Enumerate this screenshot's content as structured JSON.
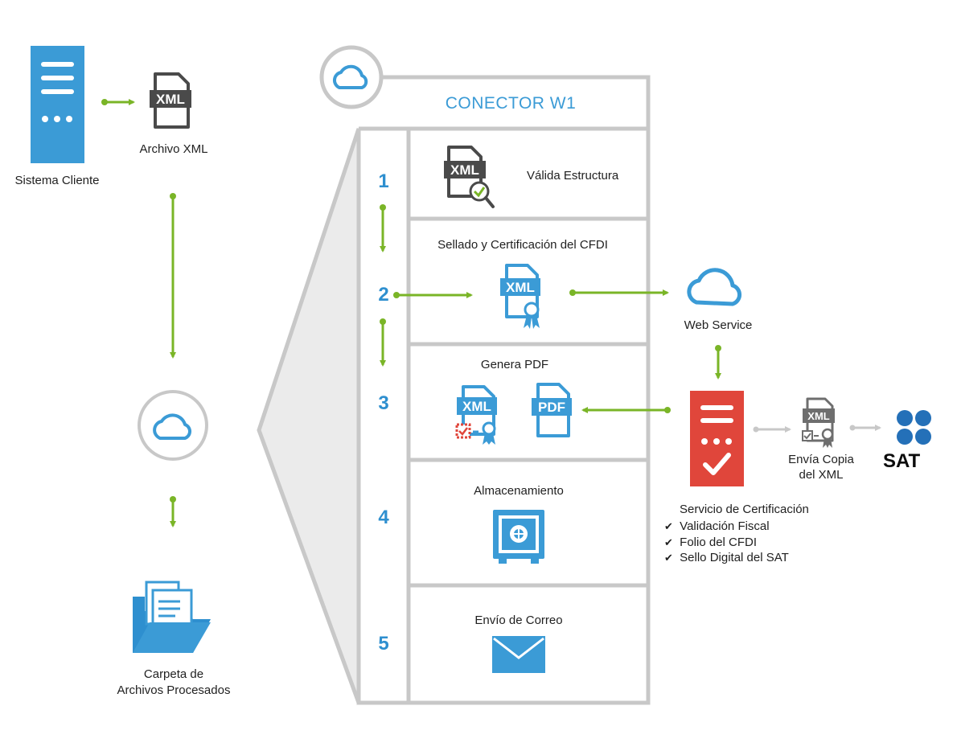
{
  "connector": {
    "title": "CONECTOR W1"
  },
  "client": {
    "system_label": "Sistema Cliente",
    "file_label": "Archivo XML",
    "file_icon_text": "XML"
  },
  "folder": {
    "label_line1": "Carpeta de",
    "label_line2": "Archivos  Procesados"
  },
  "steps": [
    {
      "number": "1",
      "label": "Válida Estructura",
      "icon_text": "XML"
    },
    {
      "number": "2",
      "label": "Sellado y  Certificación del CFDI",
      "icon_text": "XML"
    },
    {
      "number": "3",
      "label": "Genera PDF",
      "icon_text_xml": "XML",
      "icon_text_pdf": "PDF"
    },
    {
      "number": "4",
      "label": "Almacenamiento"
    },
    {
      "number": "5",
      "label": "Envío de Correo"
    }
  ],
  "web_service": {
    "label": "Web Service"
  },
  "certification": {
    "title": "Servicio de Certificación",
    "items": [
      "Validación Fiscal",
      "Folio del CFDI",
      "Sello Digital del SAT"
    ]
  },
  "copy": {
    "label_line1": "Envía Copia",
    "label_line2": "del XML",
    "icon_text": "XML"
  },
  "sat": {
    "label": "SAT"
  },
  "colors": {
    "blue": "#3b9bd6",
    "green": "#7ab527",
    "red": "#e0463b",
    "gray": "#c8c8c8",
    "dark_gray": "#4a4a4a"
  }
}
